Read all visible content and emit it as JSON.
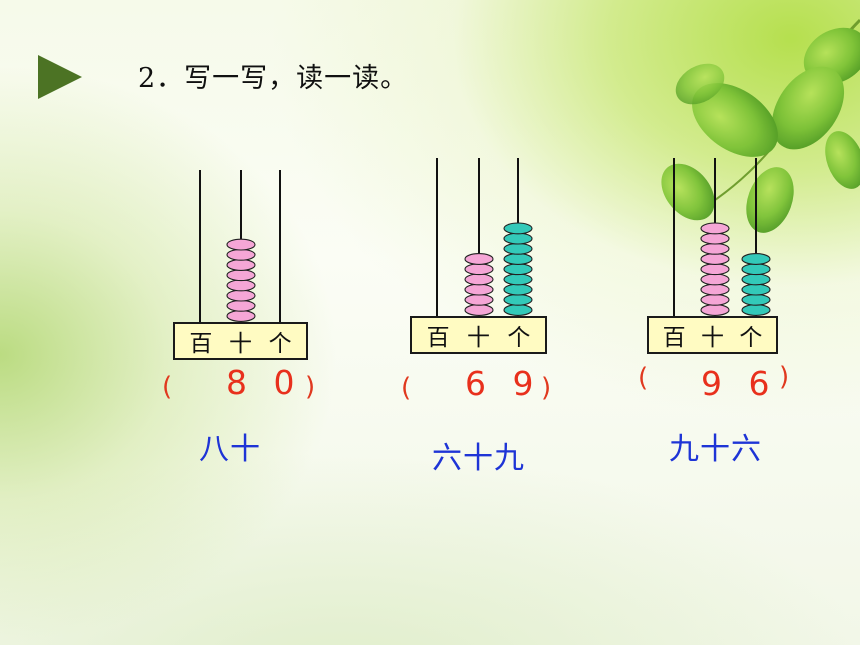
{
  "title": "2．写一写，读一读。",
  "colors": {
    "pink_bead": "#f5a6d6",
    "teal_bead": "#33c9b9",
    "place_box": "#fffbc2",
    "answer_red": "#e8301c",
    "reading_blue": "#1e34d6"
  },
  "abacuses": [
    {
      "place_labels": [
        "百",
        "十",
        "个"
      ],
      "beads": {
        "hundreds": 0,
        "tens": 8,
        "ones": 0
      },
      "open_paren": "(",
      "digits": "8 0",
      "close_paren": ")",
      "reading": "八十"
    },
    {
      "place_labels": [
        "百",
        "十",
        "个"
      ],
      "beads": {
        "hundreds": 0,
        "tens": 6,
        "ones": 9
      },
      "open_paren": "(",
      "digits": "6 9",
      "close_paren": ")",
      "reading": "六十九"
    },
    {
      "place_labels": [
        "百",
        "十",
        "个"
      ],
      "beads": {
        "hundreds": 0,
        "tens": 9,
        "ones": 6
      },
      "open_paren": "(",
      "digits": "9 6",
      "close_paren": ")",
      "reading": "九十六"
    }
  ]
}
